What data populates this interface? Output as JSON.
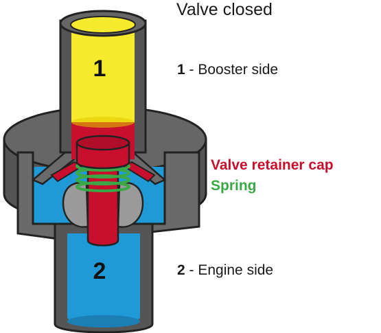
{
  "title": "Valve closed",
  "booster": {
    "number": "1",
    "text": " - Booster side"
  },
  "engine": {
    "number": "2",
    "text": " - Engine side"
  },
  "parts": {
    "valve_retainer_cap": "Valve retainer cap",
    "spring": "Spring"
  },
  "colors": {
    "booster_fluid": "#f5ea2c",
    "engine_fluid": "#1f9ad6",
    "valve": "#c8102e",
    "spring": "#3aa846",
    "housing": "#555555",
    "housing_light": "#7a7a7a",
    "seat": "#9a9a9a",
    "label_red": "#c8102e",
    "label_green": "#3aa846"
  }
}
